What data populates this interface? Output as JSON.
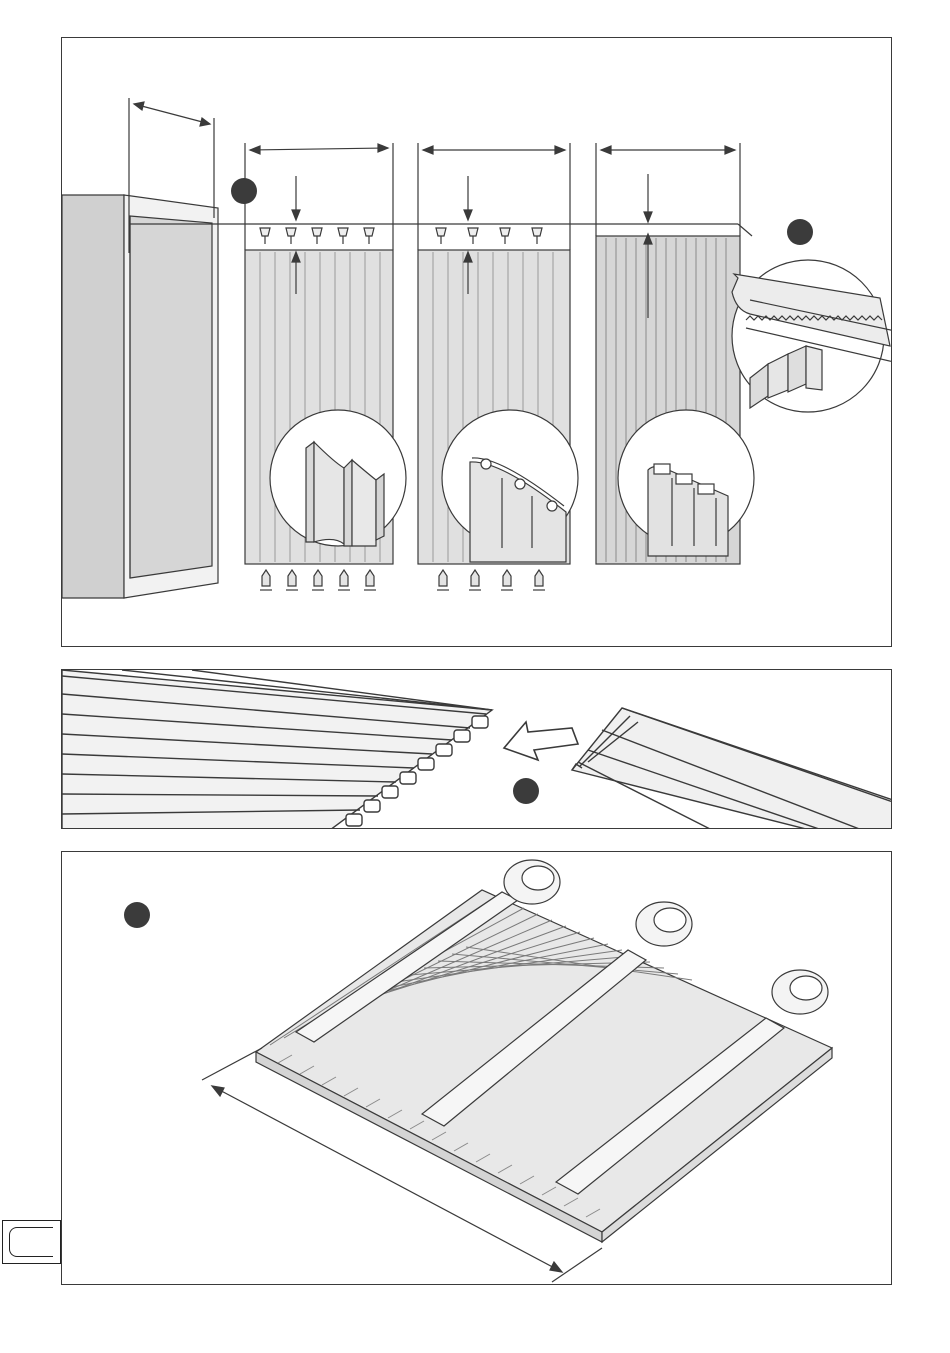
{
  "figure": {
    "panels": [
      {
        "id": "measure-and-cut-panels",
        "markers": 2
      },
      {
        "id": "slide-panels-together",
        "markers": 1
      },
      {
        "id": "tape-assembled-panels",
        "markers": 1
      }
    ]
  },
  "colors": {
    "line": "#3a3a3a",
    "panel_fill": "#d6d6d6",
    "panel_fill_light": "#e2e2e2",
    "marker": "#3b3b3b",
    "background": "#ffffff"
  }
}
